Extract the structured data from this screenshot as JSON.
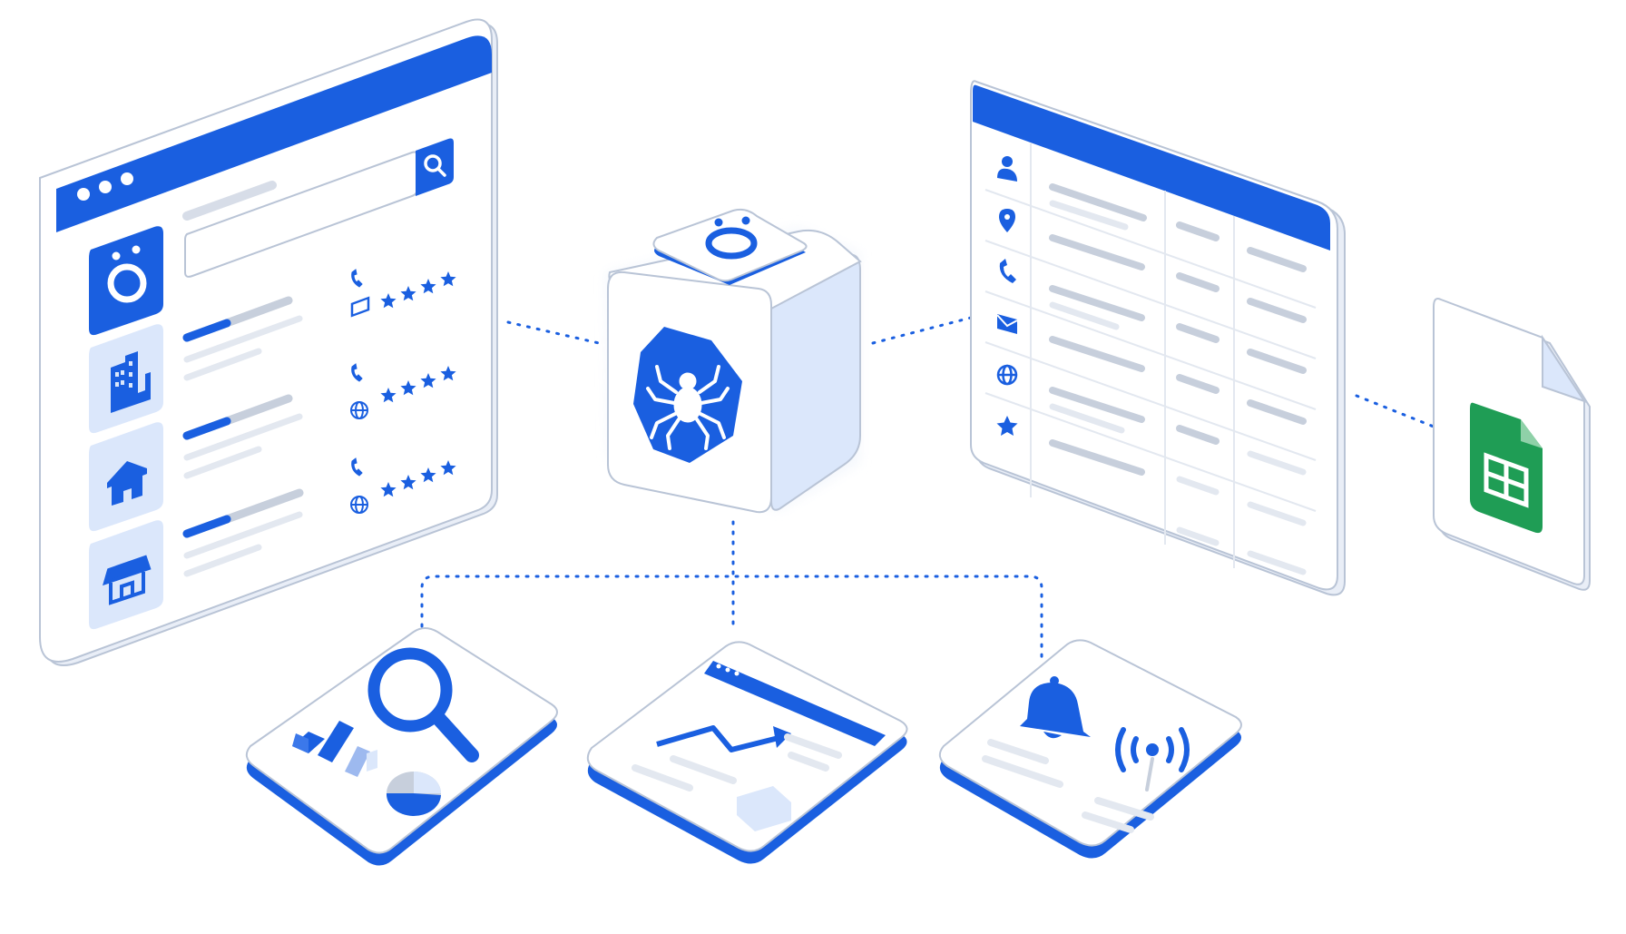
{
  "colors": {
    "accent": "#1a5fe0",
    "accent_light": "#dbe7fb",
    "accent_mid": "#9db9ef",
    "line_gray": "#c7cfdc",
    "line_light": "#e3e8f0",
    "outline": "#b9c4d6",
    "sheets_green": "#1f9d55",
    "white": "#ffffff"
  },
  "icons": {
    "browser_logo": "outscraper-logo-icon",
    "categories": [
      "building-icon",
      "house-icon",
      "storefront-icon"
    ],
    "search": "search-icon",
    "contacts": [
      "phone-icon",
      "mail-icon",
      "globe-icon"
    ],
    "rating": "star-icon",
    "core": "spider-icon",
    "table_columns": [
      "user-icon",
      "location-pin-icon",
      "phone-icon",
      "mail-icon",
      "globe-icon",
      "star-icon"
    ],
    "export": "google-sheets-icon",
    "tiles": [
      "magnifier-analytics-icon",
      "trend-chart-icon",
      "bell-notification-icon"
    ]
  },
  "ratings": {
    "listings": [
      4,
      4,
      4
    ]
  }
}
